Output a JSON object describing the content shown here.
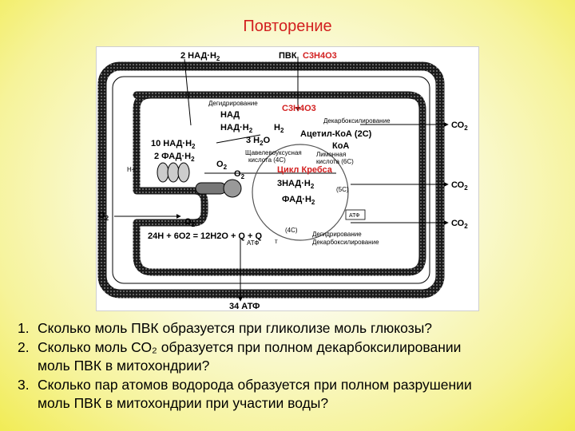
{
  "slide": {
    "title": "Повторение"
  },
  "diagram": {
    "nadh_top": "2 НАД·Н",
    "nadh_top_sub": "2",
    "pvk_label": "ПВК",
    "pvk_formula_top": "С3Н4О3",
    "dehydrogenation": "Дегидрирование",
    "nad": "НАД",
    "nadh": "НАД·Н",
    "nadh_sub": "2",
    "h2": "Н",
    "h2_sub": "2",
    "h2o_3": "3 Н",
    "h2o_3_sub": "2",
    "h2o_3_end": "О",
    "pvk_formula_inner": "С3Н4О3",
    "decarboxylation": "Декарбоксилирование",
    "acetyl_coa": "Ацетил-КоА (2С)",
    "coa": "КоА",
    "nadh_10": "10 НАД·Н",
    "nadh_10_sub": "2",
    "fadh_2": "2 ФАД·Н",
    "fadh_2_sub": "2",
    "oxaloacetate": "Щавелевоуксусная",
    "oxaloacetate_2": "кислота (4С)",
    "citric": "Лимонная",
    "citric_2": "кислота (6С)",
    "o2_inner": "О",
    "o2_inner_sub": "2",
    "o2_mid": "О",
    "o2_mid_sub": "2",
    "krebs": "Цикл Кребса",
    "nadh_3": "3НАД·Н",
    "nadh_3_sub": "2",
    "c5": "(5С)",
    "fadh": "ФАД·Н",
    "fadh_sub": "2",
    "atf_box": "АТФ",
    "o2_left": "О",
    "o2_left_sub": "2",
    "o2_low": "О",
    "o2_low_sub": "2",
    "c4": "(4С)",
    "dehydrogenation_2": "Дегидрирование",
    "decarboxylation_2": "Декарбоксилирование",
    "equation": "24Н + 6О2 = 12Н2О + Q  +  Q",
    "equation_atf": "АТФ",
    "equation_t": "т",
    "co2_1": "СО",
    "co2_1_sub": "2",
    "co2_2": "СО",
    "co2_2_sub": "2",
    "co2_3": "СО",
    "co2_3_sub": "2",
    "atf_34": "34 АТФ",
    "proton": "Н+"
  },
  "questions": [
    {
      "num": "1.",
      "lines": [
        "Сколько моль ПВК образуется при гликолизе моль глюкозы?"
      ]
    },
    {
      "num": "2.",
      "lines": [
        "Сколько моль СО₂ образуется при полном декарбоксилировании",
        "моль ПВК в митохондрии?"
      ]
    },
    {
      "num": "3.",
      "lines": [
        "Сколько пар атомов водорода образуется при полном разрушении",
        "моль ПВК в митохондрии при участии воды?"
      ]
    }
  ]
}
